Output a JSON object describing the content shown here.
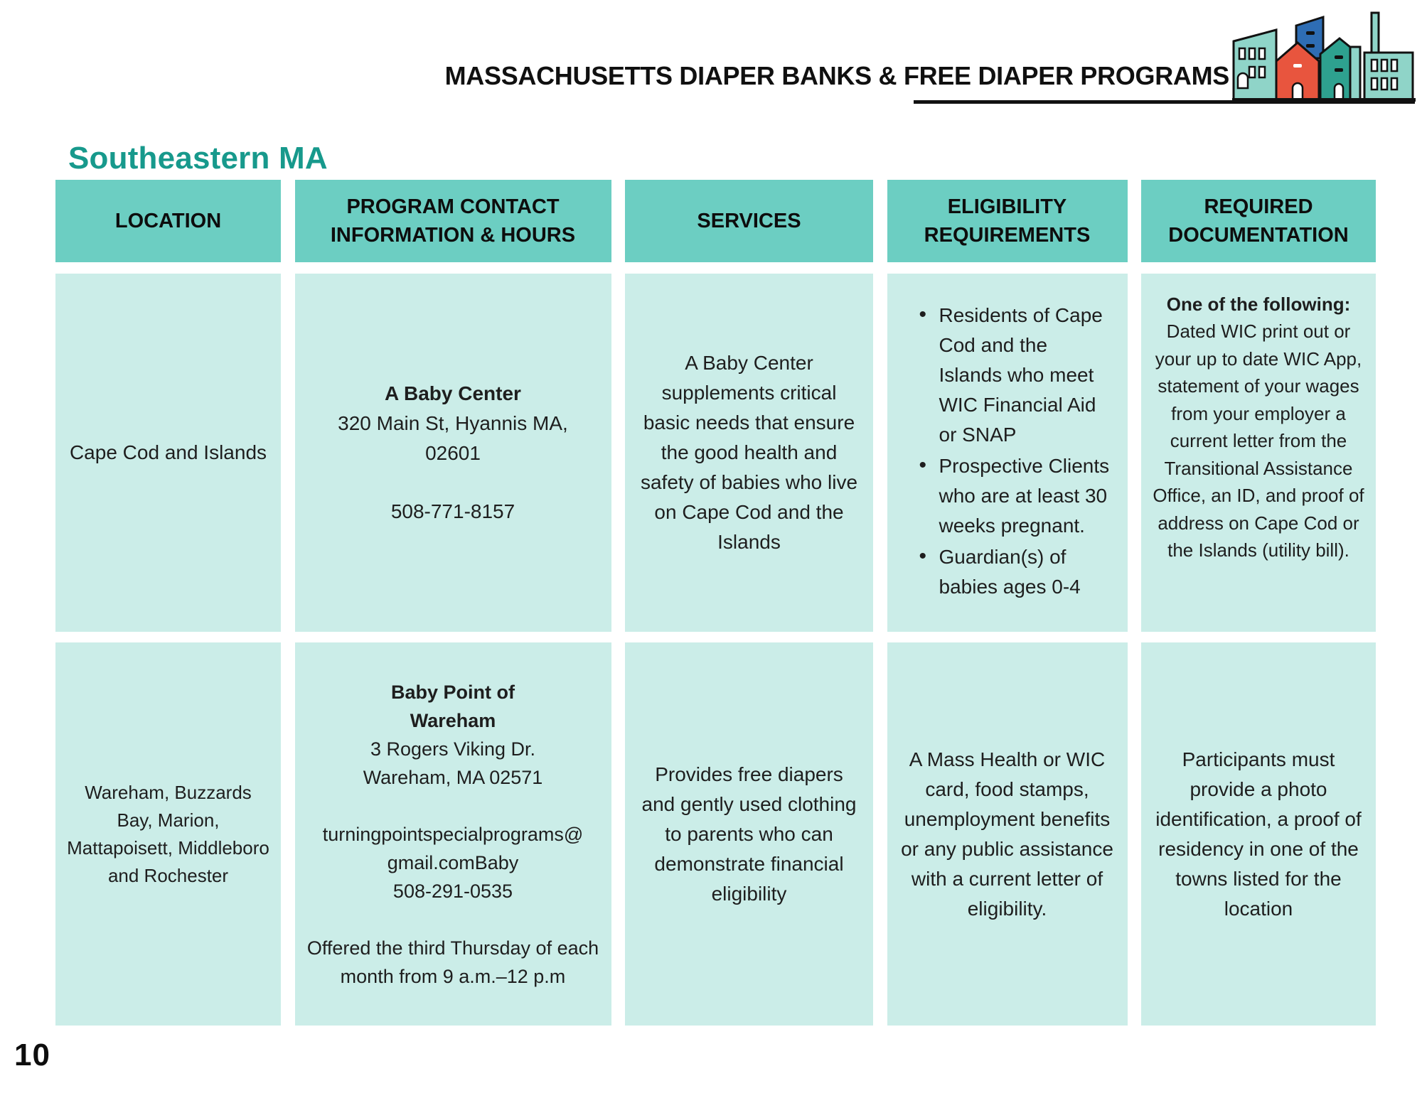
{
  "page": {
    "title": "MASSACHUSETTS DIAPER BANKS & FREE DIAPER PROGRAMS",
    "region_heading": "Southeastern MA",
    "page_number": "10"
  },
  "colors": {
    "header_cell_teal": "#6CCEC2",
    "body_cell_teal": "#CBEDE8",
    "heading_teal": "#17998C",
    "logo_light_teal": "#8FD4C8",
    "logo_blue": "#2E6DB4",
    "logo_red": "#E8553E",
    "logo_green": "#2EA18F",
    "outline_black": "#111111"
  },
  "table": {
    "columns": [
      "LOCATION",
      "PROGRAM CONTACT INFORMATION & HOURS",
      "SERVICES",
      "ELIGIBILITY REQUIREMENTS",
      "REQUIRED DOCUMENTATION"
    ],
    "rows": [
      {
        "location": "Cape Cod and Islands",
        "contact": {
          "name_lines": [
            "A Baby Center"
          ],
          "address_lines": [
            "320 Main St, Hyannis MA,",
            "02601"
          ],
          "phone": "508-771-8157"
        },
        "services": "A Baby Center supplements critical basic needs that ensure the good health and safety of babies who live on Cape Cod and the Islands",
        "eligibility_bullets": [
          "Residents of Cape Cod and the Islands who meet WIC Financial Aid or SNAP",
          "Prospective Clients who are at least 30 weeks pregnant.",
          "Guardian(s) of babies ages 0-4"
        ],
        "documentation_lead": "One of the following:",
        "documentation": "Dated WIC print out or your up to date WIC App, statement of your wages from your employer a current letter from the Transitional Assistance Office, an ID, and proof of address on Cape Cod or the Islands (utility bill)."
      },
      {
        "location": "Wareham, Buzzards Bay, Marion, Mattapoisett, Middleboro and Rochester",
        "contact": {
          "name_lines": [
            "Baby Point of",
            "Wareham"
          ],
          "address_lines": [
            "3 Rogers Viking Dr.",
            "Wareham, MA 02571"
          ],
          "email_lines": [
            "turningpointspecialprograms@",
            "gmail.comBaby"
          ],
          "phone": "508-291-0535",
          "hours": "Offered the third Thursday of each month from 9 a.m.–12 p.m"
        },
        "services": "Provides free diapers and gently used clothing to parents who can demonstrate financial eligibility",
        "eligibility_text": "A Mass Health or WIC card, food stamps, unemployment benefits or any public assistance with a current letter of eligibility.",
        "documentation": "Participants must provide a photo identification, a proof of residency in one of the towns listed for the location"
      }
    ]
  }
}
